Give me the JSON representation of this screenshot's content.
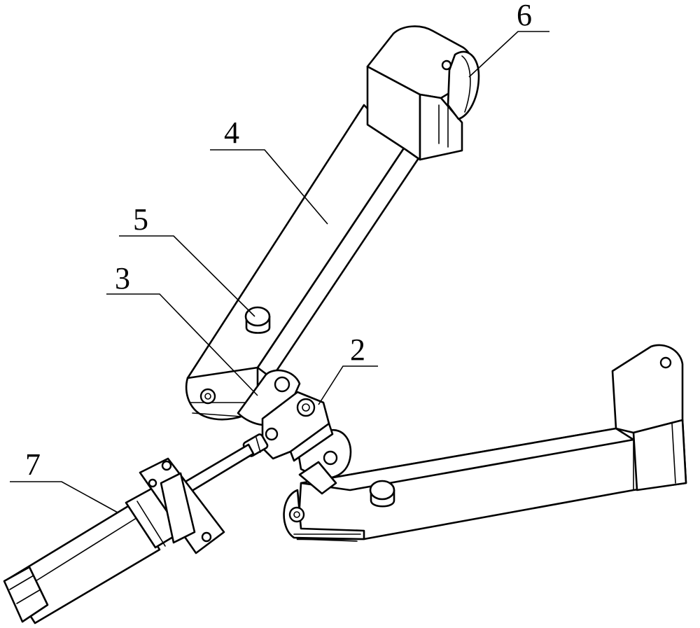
{
  "labels": [
    {
      "id": "1",
      "text": "2"
    },
    {
      "id": "2",
      "text": "3"
    },
    {
      "id": "3",
      "text": "4"
    },
    {
      "id": "4",
      "text": "5"
    },
    {
      "id": "5",
      "text": "6"
    },
    {
      "id": "6",
      "text": "7"
    }
  ]
}
